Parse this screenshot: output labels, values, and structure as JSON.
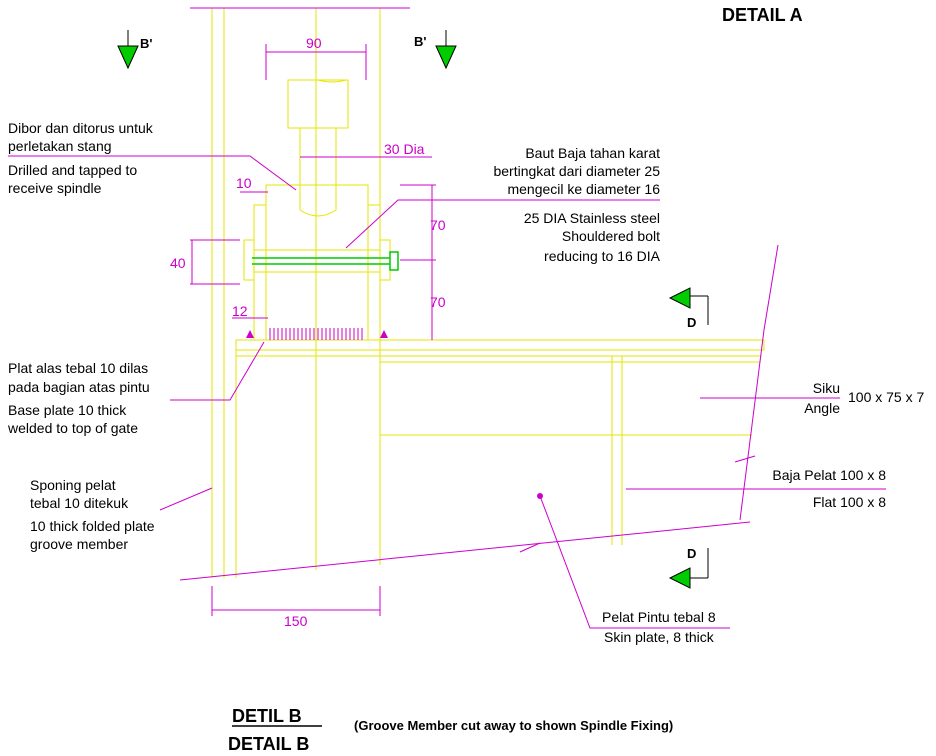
{
  "title": "DETAIL A",
  "section_markers": {
    "b_left": "B'",
    "b_right": "B'",
    "d_top": "D",
    "d_bottom": "D"
  },
  "dimensions": {
    "d90": "90",
    "d30dia": "30 Dia",
    "d10": "10",
    "d40": "40",
    "d70a": "70",
    "d70b": "70",
    "d12": "12",
    "d150": "150"
  },
  "notes": {
    "drilled_id_1": "Dibor dan ditorus untuk",
    "drilled_id_2": "perletakan stang",
    "drilled_en_1": "Drilled and tapped to",
    "drilled_en_2": "receive spindle",
    "bolt_id_1": "Baut Baja tahan karat",
    "bolt_id_2": "bertingkat dari diameter 25",
    "bolt_id_3": "mengecil ke diameter 16",
    "bolt_en_1": "25 DIA Stainless steel",
    "bolt_en_2": "Shouldered bolt",
    "bolt_en_3": "reducing to 16 DIA",
    "base_id_1": "Plat alas tebal 10 dilas",
    "base_id_2": "pada bagian atas pintu",
    "base_en_1": "Base plate 10 thick",
    "base_en_2": "welded to top of gate",
    "siku_id": "Siku",
    "siku_en": "Angle",
    "siku_size": "100 x 75 x 7",
    "flat_id": "Baja Pelat 100 x 8",
    "flat_en": "Flat 100 x 8",
    "groove_id_1": "Sponing pelat",
    "groove_id_2": "tebal 10 ditekuk",
    "groove_en_1": "10 thick folded plate",
    "groove_en_2": "groove member",
    "skin_id": "Pelat Pintu tebal 8",
    "skin_en": "Skin plate, 8 thick"
  },
  "footer": {
    "detil": "DETIL B",
    "detail": "DETAIL B",
    "caption": "(Groove Member cut away to shown Spindle Fixing)"
  },
  "colors": {
    "outline": "#e6e600",
    "dimension": "#cc00cc",
    "bolt": "#00cc00",
    "text": "#000000"
  }
}
